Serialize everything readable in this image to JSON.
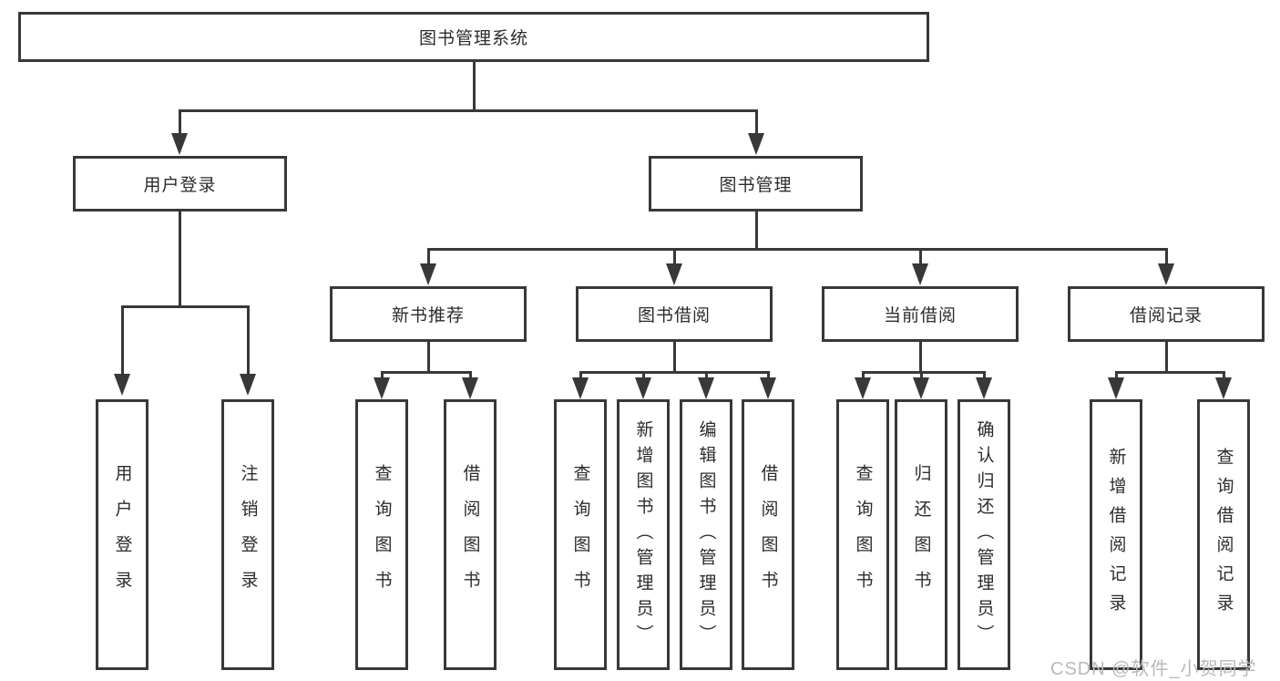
{
  "colors": {
    "line": "#383838",
    "text": "#2c2c2c",
    "background": "#ffffff",
    "watermark": "#b9b9b9"
  },
  "diagram": {
    "title": "图书管理系统",
    "level2": {
      "user_login": "用户登录",
      "book_mgmt": "图书管理"
    },
    "level3": {
      "new_books": "新书推荐",
      "borrowing": "图书借阅",
      "current": "当前借阅",
      "records": "借阅记录"
    },
    "leaves": {
      "user_login": "用户登录",
      "logout": "注销登录",
      "nb_query": "查询图书",
      "nb_borrow": "借阅图书",
      "bw_query": "查询图书",
      "bw_add": "新增图书（管理员）",
      "bw_edit": "编辑图书（管理员）",
      "bw_borrow": "借阅图书",
      "cb_query": "查询图书",
      "cb_return": "归还图书",
      "cb_confirm": "确认归还（管理员）",
      "rec_add": "新增借阅记录",
      "rec_query": "查询借阅记录"
    }
  },
  "watermark": {
    "text": "CSDN @软件_小贺同学"
  }
}
